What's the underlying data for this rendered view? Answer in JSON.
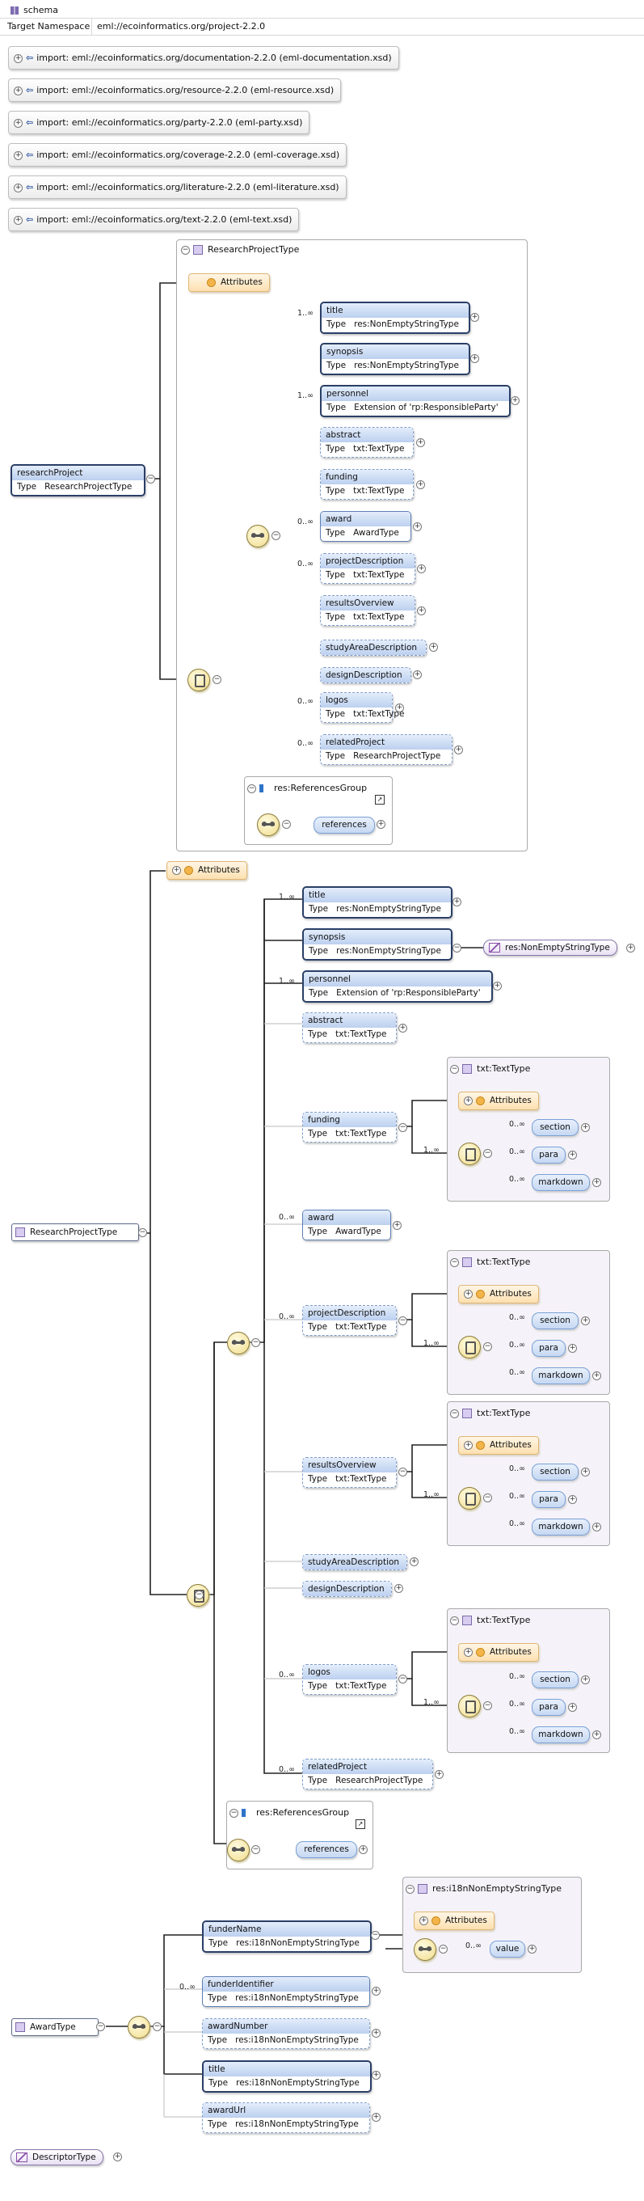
{
  "header": {
    "schema_label": "schema",
    "target_namespace_label": "Target Namespace",
    "target_namespace": "eml://ecoinformatics.org/project-2.2.0"
  },
  "imports": [
    "import: eml://ecoinformatics.org/documentation-2.2.0 (eml-documentation.xsd)",
    "import: eml://ecoinformatics.org/resource-2.2.0 (eml-resource.xsd)",
    "import: eml://ecoinformatics.org/party-2.2.0 (eml-party.xsd)",
    "import: eml://ecoinformatics.org/coverage-2.2.0 (eml-coverage.xsd)",
    "import: eml://ecoinformatics.org/literature-2.2.0 (eml-literature.xsd)",
    "import: eml://ecoinformatics.org/text-2.2.0 (eml-text.xsd)"
  ],
  "labels": {
    "type": "Type",
    "attributes": "Attributes",
    "refgroup": "res:ReferencesGroup",
    "references": "references",
    "txt_type": "txt:TextType",
    "section": "section",
    "para": "para",
    "markdown": "markdown",
    "i18n_type": "res:i18nNonEmptyStringType",
    "value": "value"
  },
  "mult": {
    "one_inf": "1..∞",
    "zero_inf": "0..∞"
  },
  "rp": {
    "root_name": "researchProject",
    "root_type": "ResearchProjectType",
    "frame_title": "ResearchProjectType",
    "children": [
      {
        "name": "title",
        "type": "res:NonEmptyStringType"
      },
      {
        "name": "synopsis",
        "type": "res:NonEmptyStringType"
      },
      {
        "name": "personnel",
        "type": "Extension of 'rp:ResponsibleParty'"
      },
      {
        "name": "abstract",
        "type": "txt:TextType"
      },
      {
        "name": "funding",
        "type": "txt:TextType"
      },
      {
        "name": "award",
        "type": "AwardType"
      },
      {
        "name": "projectDescription",
        "type": "txt:TextType"
      },
      {
        "name": "resultsOverview",
        "type": "txt:TextType"
      },
      {
        "name": "studyAreaDescription",
        "type": ""
      },
      {
        "name": "designDescription",
        "type": ""
      },
      {
        "name": "logos",
        "type": "txt:TextType"
      },
      {
        "name": "relatedProject",
        "type": "ResearchProjectType"
      }
    ]
  },
  "rpt": {
    "root_name": "ResearchProjectType",
    "synopsis_base": "res:NonEmptyStringType"
  },
  "award": {
    "root_name": "AwardType",
    "children": [
      {
        "name": "funderName",
        "type": "res:i18nNonEmptyStringType"
      },
      {
        "name": "funderIdentifier",
        "type": "res:i18nNonEmptyStringType"
      },
      {
        "name": "awardNumber",
        "type": "res:i18nNonEmptyStringType"
      },
      {
        "name": "title",
        "type": "res:i18nNonEmptyStringType"
      },
      {
        "name": "awardUrl",
        "type": "res:i18nNonEmptyStringType"
      }
    ]
  },
  "descriptor": {
    "name": "DescriptorType"
  }
}
